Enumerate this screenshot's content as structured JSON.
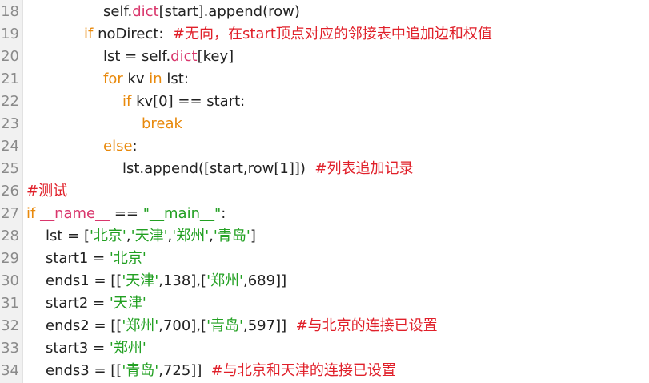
{
  "editor": {
    "lines": [
      {
        "num": "18",
        "indent": 4,
        "tokens": [
          {
            "t": "self.",
            "c": "plain"
          },
          {
            "t": "dict",
            "c": "bi"
          },
          {
            "t": "[start].append(row)",
            "c": "plain"
          }
        ]
      },
      {
        "num": "19",
        "indent": 3,
        "tokens": [
          {
            "t": "if",
            "c": "kw"
          },
          {
            "t": " noDirect:  ",
            "c": "plain"
          },
          {
            "t": "#无向，在start顶点对应的邻接表中追加边和权值",
            "c": "cm"
          }
        ]
      },
      {
        "num": "20",
        "indent": 4,
        "tokens": [
          {
            "t": "lst = self.",
            "c": "plain"
          },
          {
            "t": "dict",
            "c": "bi"
          },
          {
            "t": "[key]",
            "c": "plain"
          }
        ]
      },
      {
        "num": "21",
        "indent": 4,
        "tokens": [
          {
            "t": "for",
            "c": "kw"
          },
          {
            "t": " kv ",
            "c": "plain"
          },
          {
            "t": "in",
            "c": "kw"
          },
          {
            "t": " lst:",
            "c": "plain"
          }
        ]
      },
      {
        "num": "22",
        "indent": 5,
        "tokens": [
          {
            "t": "if",
            "c": "kw"
          },
          {
            "t": " kv[0] == start:",
            "c": "plain"
          }
        ]
      },
      {
        "num": "23",
        "indent": 6,
        "tokens": [
          {
            "t": "break",
            "c": "kw"
          }
        ]
      },
      {
        "num": "24",
        "indent": 4,
        "tokens": [
          {
            "t": "else",
            "c": "kw"
          },
          {
            "t": ":",
            "c": "plain"
          }
        ]
      },
      {
        "num": "25",
        "indent": 5,
        "tokens": [
          {
            "t": "lst.append([start,row[1]])  ",
            "c": "plain"
          },
          {
            "t": "#列表追加记录",
            "c": "cm"
          }
        ]
      },
      {
        "num": "26",
        "indent": 0,
        "tokens": [
          {
            "t": "#测试",
            "c": "cm"
          }
        ]
      },
      {
        "num": "27",
        "indent": 0,
        "tokens": [
          {
            "t": "if",
            "c": "kw"
          },
          {
            "t": " ",
            "c": "plain"
          },
          {
            "t": "__name__",
            "c": "bi"
          },
          {
            "t": " == ",
            "c": "plain"
          },
          {
            "t": "\"__main__\"",
            "c": "str"
          },
          {
            "t": ":",
            "c": "plain"
          }
        ]
      },
      {
        "num": "28",
        "indent": 1,
        "tokens": [
          {
            "t": "lst = [",
            "c": "plain"
          },
          {
            "t": "'北京'",
            "c": "str"
          },
          {
            "t": ",",
            "c": "plain"
          },
          {
            "t": "'天津'",
            "c": "str"
          },
          {
            "t": ",",
            "c": "plain"
          },
          {
            "t": "'郑州'",
            "c": "str"
          },
          {
            "t": ",",
            "c": "plain"
          },
          {
            "t": "'青岛'",
            "c": "str"
          },
          {
            "t": "]",
            "c": "plain"
          }
        ]
      },
      {
        "num": "29",
        "indent": 1,
        "tokens": [
          {
            "t": "start1 = ",
            "c": "plain"
          },
          {
            "t": "'北京'",
            "c": "str"
          }
        ]
      },
      {
        "num": "30",
        "indent": 1,
        "tokens": [
          {
            "t": "ends1 = [[",
            "c": "plain"
          },
          {
            "t": "'天津'",
            "c": "str"
          },
          {
            "t": ",138],[",
            "c": "plain"
          },
          {
            "t": "'郑州'",
            "c": "str"
          },
          {
            "t": ",689]]",
            "c": "plain"
          }
        ]
      },
      {
        "num": "31",
        "indent": 1,
        "tokens": [
          {
            "t": "start2 = ",
            "c": "plain"
          },
          {
            "t": "'天津'",
            "c": "str"
          }
        ]
      },
      {
        "num": "32",
        "indent": 1,
        "tokens": [
          {
            "t": "ends2 = [[",
            "c": "plain"
          },
          {
            "t": "'郑州'",
            "c": "str"
          },
          {
            "t": ",700],[",
            "c": "plain"
          },
          {
            "t": "'青岛'",
            "c": "str"
          },
          {
            "t": ",597]]  ",
            "c": "plain"
          },
          {
            "t": "#与北京的连接已设置",
            "c": "cm"
          }
        ]
      },
      {
        "num": "33",
        "indent": 1,
        "tokens": [
          {
            "t": "start3 = ",
            "c": "plain"
          },
          {
            "t": "'郑州'",
            "c": "str"
          }
        ]
      },
      {
        "num": "34",
        "indent": 1,
        "tokens": [
          {
            "t": "ends3 = [[",
            "c": "plain"
          },
          {
            "t": "'青岛'",
            "c": "str"
          },
          {
            "t": ",725]]  ",
            "c": "plain"
          },
          {
            "t": "#与北京和天津的连接已设置",
            "c": "cm"
          }
        ]
      }
    ]
  },
  "colors": {
    "keyword": "#e8890c",
    "builtin": "#d9366c",
    "string": "#22a022",
    "comment": "#e0202a",
    "text": "#222222",
    "gutter_text": "#8a8a8a",
    "gutter_bg": "#f1f1f1"
  }
}
